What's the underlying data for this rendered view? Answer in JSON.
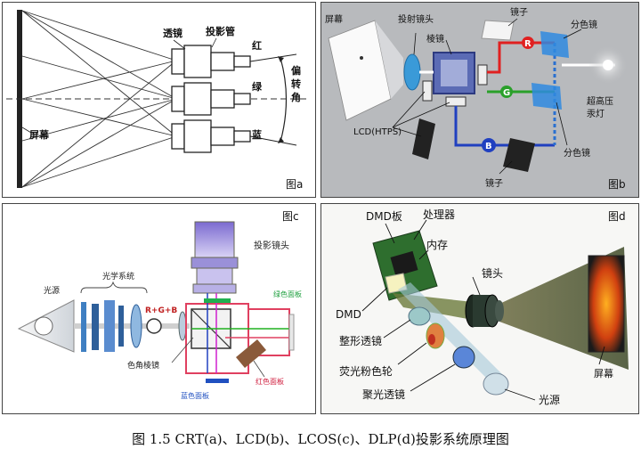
{
  "panel_a": {
    "tag": "图a",
    "screen": "屏幕",
    "lens": "透镜",
    "tube": "投影管",
    "red": "红",
    "green": "绿",
    "blue": "蓝",
    "angle_1": "偏",
    "angle_2": "转",
    "angle_3": "角"
  },
  "panel_b": {
    "tag": "图b",
    "screen": "屏幕",
    "proj_lens": "投射镜头",
    "mirror_top": "镜子",
    "prism": "棱镜",
    "dichroic_top": "分色镜",
    "lcd": "LCD(HTPS)",
    "lamp_1": "超高压",
    "lamp_2": "汞灯",
    "dichroic_bottom": "分色镜",
    "mirror_bottom": "镜子",
    "r": "R",
    "g": "G",
    "b": "B"
  },
  "panel_c": {
    "tag": "图c",
    "proj_lens": "投影镜头",
    "light": "光源",
    "optics": "光学系统",
    "rgb": "R+G+B",
    "prism": "色角棱镜",
    "green_panel": "绿色面板",
    "red_panel": "红色面板",
    "blue_panel": "蓝色面板"
  },
  "panel_d": {
    "tag": "图d",
    "dmd_board": "DMD板",
    "processor": "处理器",
    "memory": "内存",
    "lens": "镜头",
    "dmd": "DMD",
    "shaping_lens": "整形透镜",
    "wheel": "荧光粉色轮",
    "condenser": "聚光透镜",
    "source": "光源",
    "screen": "屏幕"
  },
  "caption": "图 1.5 CRT(a)、LCD(b)、LCOS(c)、DLP(d)投影系统原理图"
}
